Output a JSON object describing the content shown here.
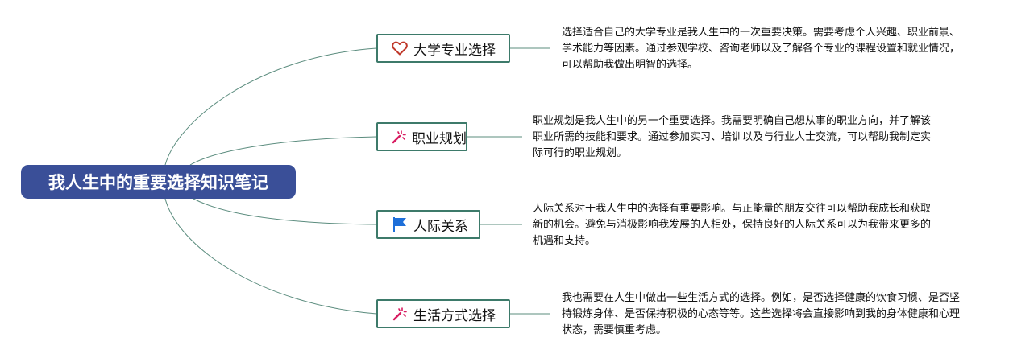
{
  "root": {
    "title": "我人生中的重要选择知识笔记"
  },
  "topics": [
    {
      "label": "大学专业选择",
      "icon": "heart-icon",
      "note": "选择适合自己的大学专业是我人生中的一次重要决策。需要考虑个人兴趣、职业前景、学术能力等因素。通过参观学校、咨询老师以及了解各个专业的课程设置和就业情况，可以帮助我做出明智的选择。"
    },
    {
      "label": "职业规划",
      "icon": "magic-wand-icon",
      "note": "职业规划是我人生中的另一个重要选择。我需要明确自己想从事的职业方向，并了解该职业所需的技能和要求。通过参加实习、培训以及与行业人士交流，可以帮助我制定实际可行的职业规划。"
    },
    {
      "label": "人际关系",
      "icon": "flag-icon",
      "note": "人际关系对于我人生中的选择有重要影响。与正能量的朋友交往可以帮助我成长和获取新的机会。避免与消极影响我发展的人相处，保持良好的人际关系可以为我带来更多的机遇和支持。"
    },
    {
      "label": "生活方式选择",
      "icon": "magic-wand-icon",
      "note": "我也需要在人生中做出一些生活方式的选择。例如，是否选择健康的饮食习惯、是否坚持锻炼身体、是否保持积极的心态等等。这些选择将会直接影响到我的身体健康和心理状态，需要慎重考虑。"
    }
  ],
  "colors": {
    "root": "#3a4f98",
    "border": "#3d7a6a",
    "line": "#5b8c7e",
    "heart": "#c0392b",
    "wand": "#d81b60",
    "flag": "#1e6fd9"
  }
}
